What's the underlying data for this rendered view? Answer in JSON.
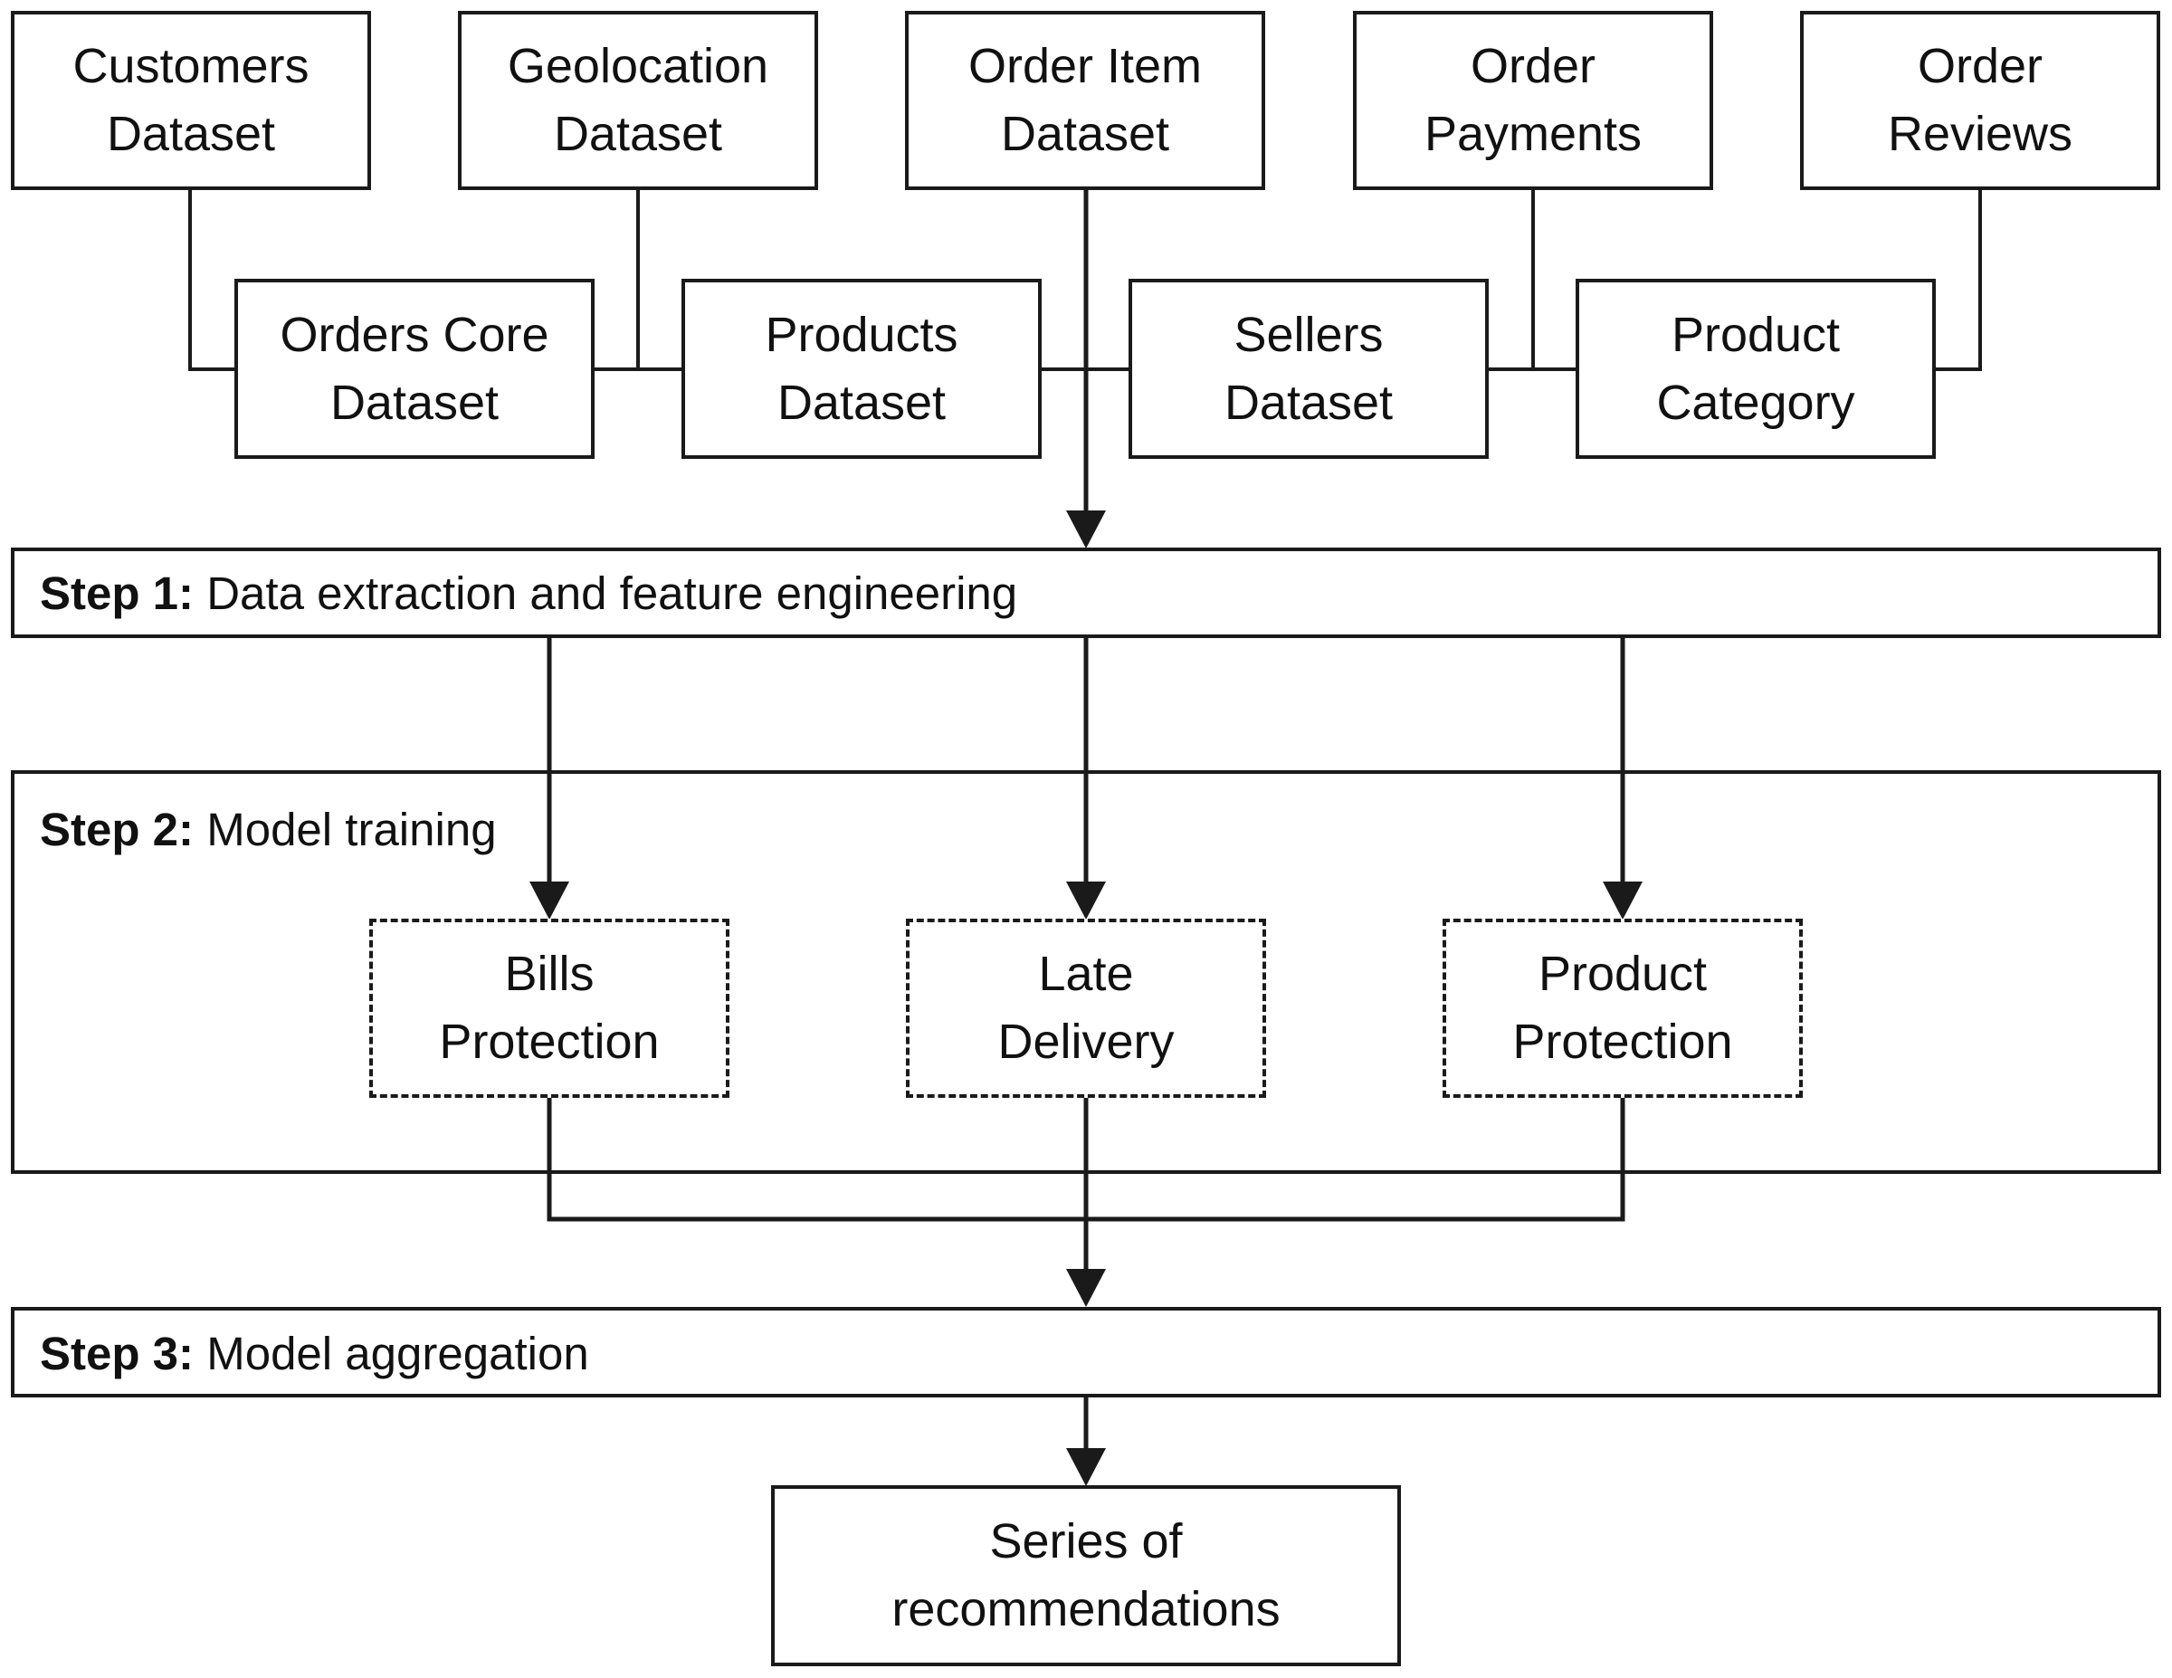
{
  "datasets_top": [
    {
      "line1": "Customers",
      "line2": "Dataset"
    },
    {
      "line1": "Geolocation",
      "line2": "Dataset"
    },
    {
      "line1": "Order Item",
      "line2": "Dataset"
    },
    {
      "line1": "Order",
      "line2": "Payments"
    },
    {
      "line1": "Order",
      "line2": "Reviews"
    }
  ],
  "datasets_bottom": [
    {
      "line1": "Orders Core",
      "line2": "Dataset"
    },
    {
      "line1": "Products",
      "line2": "Dataset"
    },
    {
      "line1": "Sellers",
      "line2": "Dataset"
    },
    {
      "line1": "Product",
      "line2": "Category"
    }
  ],
  "step1": {
    "label": "Step 1:",
    "text": "Data extraction and feature engineering"
  },
  "step2": {
    "label": "Step 2:",
    "text": "Model training"
  },
  "step3": {
    "label": "Step 3:",
    "text": "Model aggregation"
  },
  "models": [
    {
      "line1": "Bills",
      "line2": "Protection"
    },
    {
      "line1": "Late",
      "line2": "Delivery"
    },
    {
      "line1": "Product",
      "line2": "Protection"
    }
  ],
  "output": {
    "line1": "Series of",
    "line2": "recommendations"
  }
}
